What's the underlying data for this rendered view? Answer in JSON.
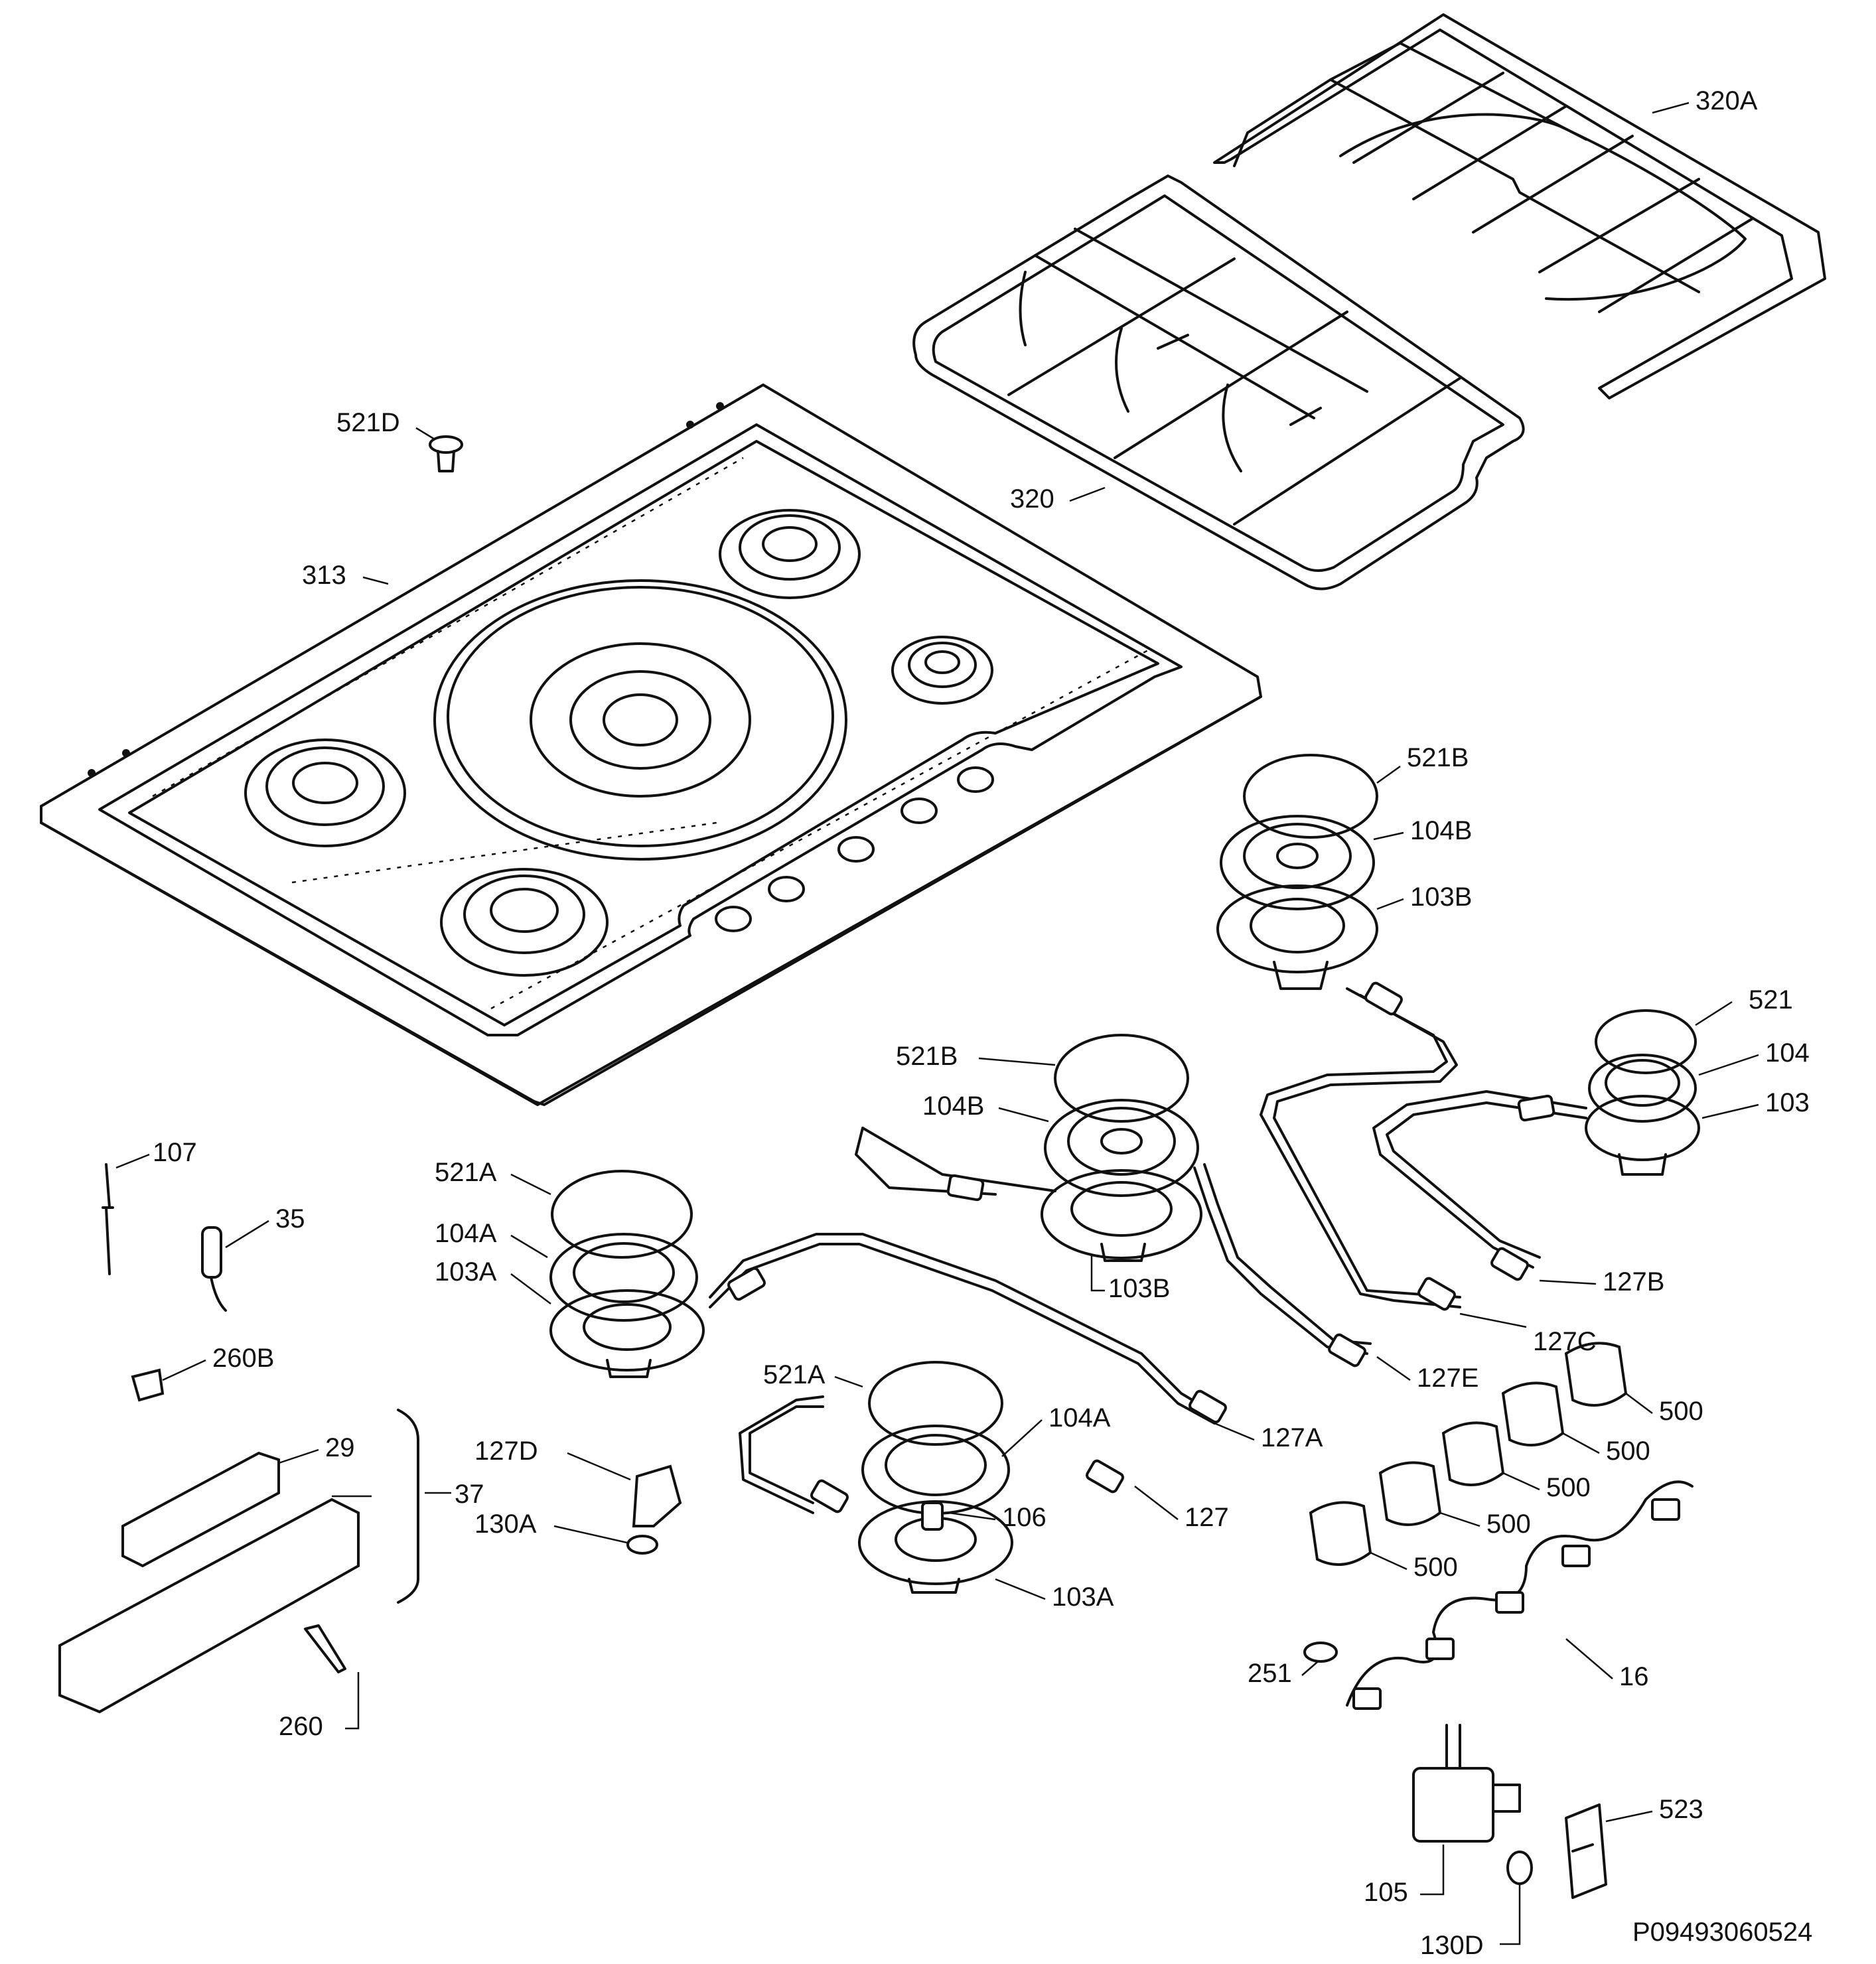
{
  "drawing_code": "P09493060524",
  "labels": {
    "l320A": "320A",
    "l320": "320",
    "l521D": "521D",
    "l313": "313",
    "l521B_top": "521B",
    "l104B_top": "104B",
    "l103B_top": "103B",
    "l521": "521",
    "l104": "104",
    "l103": "103",
    "l521B_mid": "521B",
    "l104B_mid": "104B",
    "l103B_mid": "103B",
    "l127B": "127B",
    "l127C": "127C",
    "l127E": "127E",
    "l127A": "127A",
    "l521A_left": "521A",
    "l104A_left": "104A",
    "l103A_left": "103A",
    "l107": "107",
    "l35": "35",
    "l260B": "260B",
    "l29": "29",
    "l37": "37",
    "l127D": "127D",
    "l130A": "130A",
    "l521A_low": "521A",
    "l104A_low": "104A",
    "l106": "106",
    "l127": "127",
    "l103A_low": "103A",
    "l500a": "500",
    "l500b": "500",
    "l500c": "500",
    "l500d": "500",
    "l500e": "500",
    "l251": "251",
    "l16": "16",
    "l260": "260",
    "l523": "523",
    "l105": "105",
    "l130D": "130D"
  }
}
